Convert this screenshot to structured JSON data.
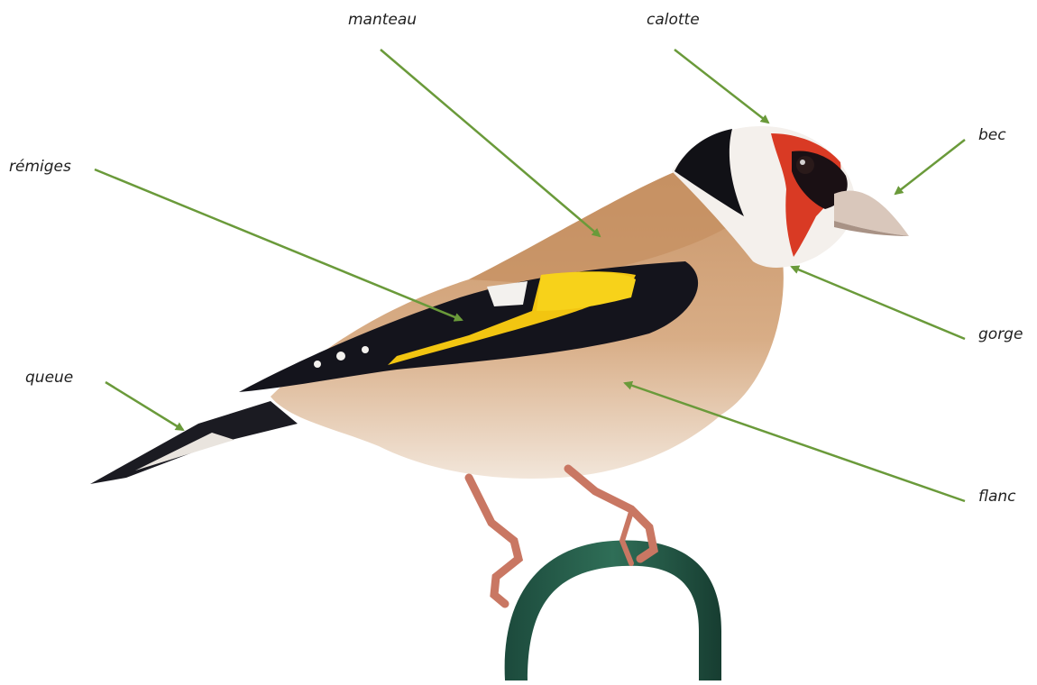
{
  "labels": {
    "manteau": "manteau",
    "calotte": "calotte",
    "bec": "bec",
    "remiges": "rémiges",
    "gorge": "gorge",
    "queue": "queue",
    "flanc": "flanc"
  },
  "colors": {
    "arrow": "#6a9a3a",
    "label_text": "#1f1f1f",
    "background": "#ffffff"
  }
}
